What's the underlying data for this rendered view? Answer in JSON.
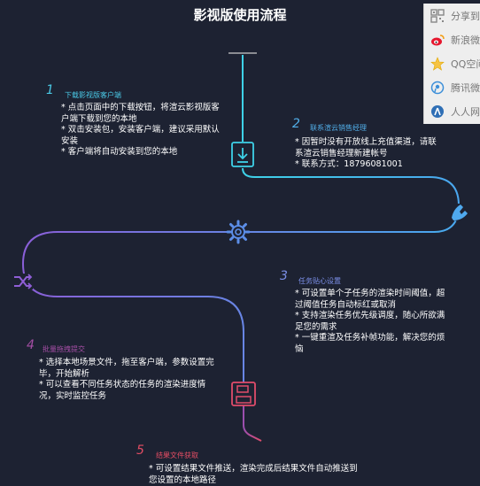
{
  "page": {
    "title": "影视版使用流程"
  },
  "colors": {
    "background": "#1d2232",
    "step1": "#4ac9e6",
    "step2": "#51aee8",
    "step3": "#7b8fe8",
    "step4": "#a54ea5",
    "step5": "#e54d64"
  },
  "steps": [
    {
      "num": "1",
      "title": "下载影视版客户端",
      "lines": [
        "*  点击页面中的下载按钮，将渲云影视版客",
        "户端下载到您的本地",
        "*  双击安装包，安装客户端，建议采用默认",
        "安装",
        "*  客户端将自动安装到您的本地"
      ],
      "icon": "download-icon"
    },
    {
      "num": "2",
      "title": "联系渲云销售经理",
      "lines": [
        "*  因暂时没有开放线上充值渠道，请联",
        "系渲云销售经理新建帐号",
        "*  联系方式：18796081001"
      ],
      "icon": "phone-icon"
    },
    {
      "num": "3",
      "title": "任务贴心设置",
      "lines": [
        "*  可设置单个子任务的渲染时间阈值，超",
        "过阈值任务自动标红或取消",
        "*  支持渲染任务优先级调度，随心所欲满",
        "足您的需求",
        "*  一键重渲及任务补帧功能，解决您的烦",
        "恼"
      ],
      "icon": "gear-icon"
    },
    {
      "num": "4",
      "title": "批量拖拽提交",
      "lines": [
        "*  选择本地场景文件，拖至客户端，参数设置完",
        "毕，开始解析",
        "*  可以查看不同任务状态的任务的渲染进度情",
        "况，实时监控任务"
      ],
      "icon": "shuffle-icon"
    },
    {
      "num": "5",
      "title": "结果文件获取",
      "lines": [
        "*  可设置结果文件推送，渲染完成后结果文件自动推送到",
        "您设置的本地路径"
      ],
      "icon": "save-icon"
    }
  ],
  "share": {
    "items": [
      {
        "label": "分享到",
        "icon": "qrcode-icon"
      },
      {
        "label": "新浪微博",
        "icon": "weibo-icon"
      },
      {
        "label": "QQ空间",
        "icon": "qzone-icon"
      },
      {
        "label": "腾讯微博",
        "icon": "tencent-weibo-icon"
      },
      {
        "label": "人人网",
        "icon": "renren-icon"
      }
    ]
  }
}
